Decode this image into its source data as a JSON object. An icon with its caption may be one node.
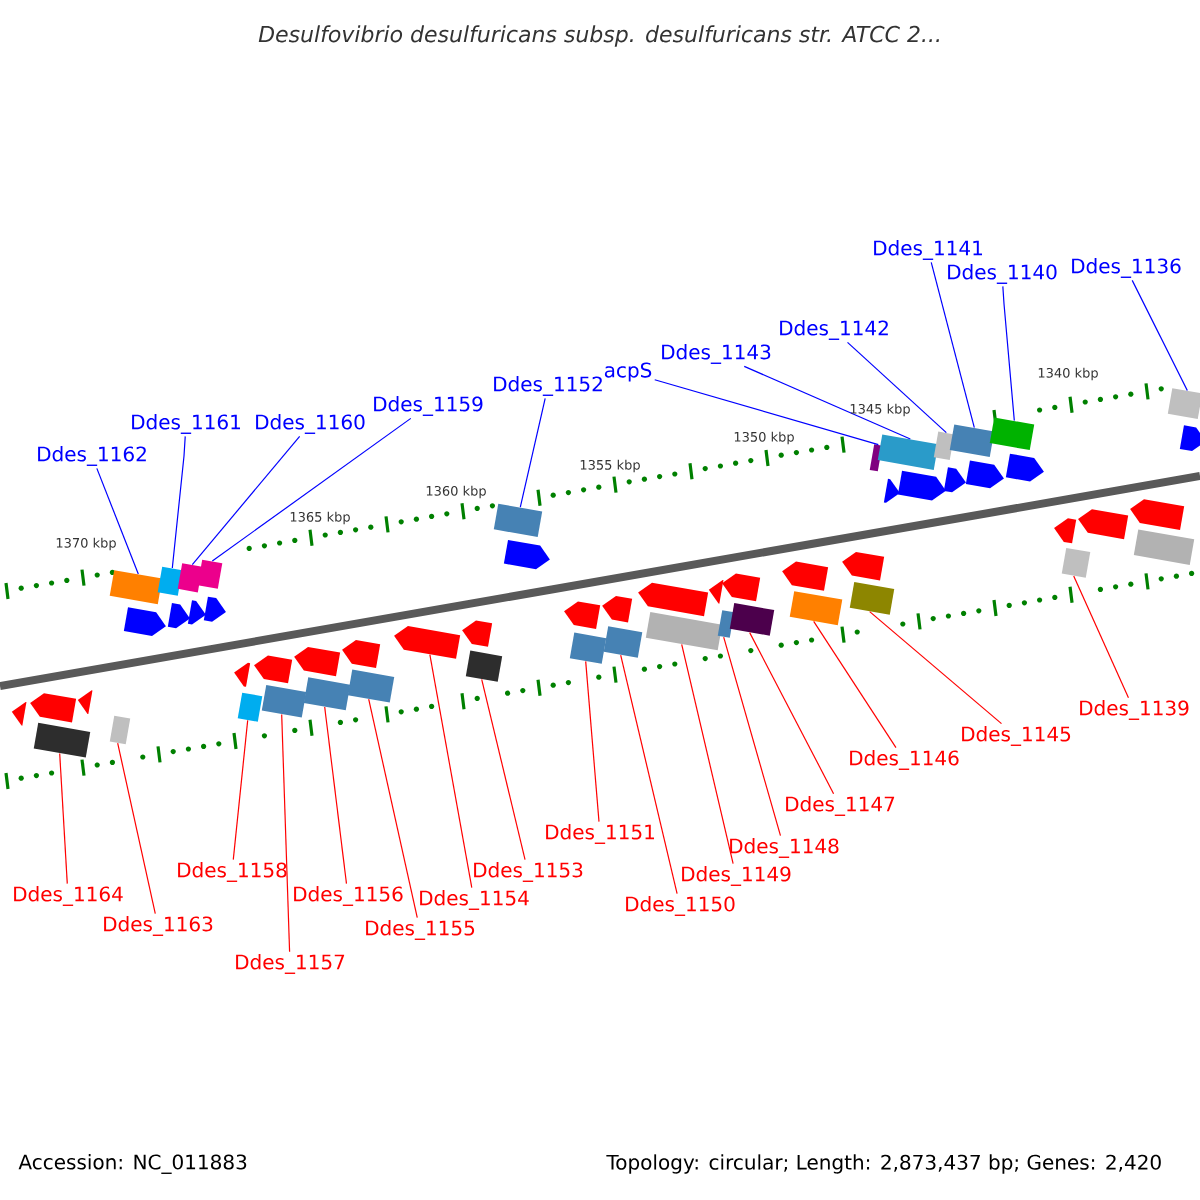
{
  "diagram": {
    "title": "Desulfovibrio desulfuricans subsp. desulfuricans str. ATCC 2...",
    "nodes": [
      {
        "text": [
          "Ddes_1162"
        ]
      },
      {
        "text": [
          "Ddes_1161"
        ]
      },
      {
        "text": [
          "Ddes_1160"
        ]
      },
      {
        "text": [
          "Ddes_1159"
        ]
      },
      {
        "text": [
          "Ddes_1152"
        ]
      },
      {
        "text": [
          "acpS"
        ]
      },
      {
        "text": [
          "Ddes_1143"
        ]
      },
      {
        "text": [
          "Ddes_1142"
        ]
      },
      {
        "text": [
          "Ddes_1141"
        ]
      },
      {
        "text": [
          "Ddes_1140"
        ]
      },
      {
        "text": [
          "Ddes_1136"
        ]
      },
      {
        "text": [
          "Ddes_1164"
        ]
      },
      {
        "text": [
          "Ddes_1163"
        ]
      },
      {
        "text": [
          "Ddes_1158"
        ]
      },
      {
        "text": [
          "Ddes_1157"
        ]
      },
      {
        "text": [
          "Ddes_1156"
        ]
      },
      {
        "text": [
          "Ddes_1155"
        ]
      },
      {
        "text": [
          "Ddes_1154"
        ]
      },
      {
        "text": [
          "Ddes_1153"
        ]
      },
      {
        "text": [
          "Ddes_1151"
        ]
      },
      {
        "text": [
          "Ddes_1150"
        ]
      },
      {
        "text": [
          "Ddes_1149"
        ]
      },
      {
        "text": [
          "Ddes_1148"
        ]
      },
      {
        "text": [
          "Ddes_1147"
        ]
      },
      {
        "text": [
          "Ddes_1146"
        ]
      },
      {
        "text": [
          "Ddes_1145"
        ]
      },
      {
        "text": [
          "Ddes_1139"
        ]
      },
      {
        "text": [],
        "shape": "box"
      },
      {
        "text": [],
        "shape": "box"
      },
      {
        "text": [],
        "shape": "box"
      },
      {
        "text": [],
        "shape": "box"
      },
      {
        "text": [],
        "shape": "box"
      },
      {
        "text": [],
        "shape": "box"
      },
      {
        "text": [],
        "shape": "box"
      },
      {
        "text": [],
        "shape": "box"
      },
      {
        "text": [],
        "shape": "box"
      },
      {
        "text": [],
        "shape": "box"
      },
      {
        "text": [],
        "shape": "box"
      },
      {
        "text": [],
        "shape": "box"
      },
      {
        "text": [],
        "shape": "box"
      },
      {
        "text": [],
        "shape": "box"
      },
      {
        "text": [],
        "shape": "box"
      },
      {
        "text": [],
        "shape": "box"
      },
      {
        "text": [],
        "shape": "box"
      },
      {
        "text": [],
        "shape": "arrow"
      },
      {
        "text": [],
        "shape": "box"
      },
      {
        "text": [],
        "shape": "box"
      },
      {
        "text": [],
        "shape": "box"
      },
      {
        "text": [],
        "shape": "box"
      },
      {
        "text": [],
        "shape": "box"
      },
      {
        "text": [],
        "shape": "box"
      },
      {
        "text": [],
        "shape": "box"
      },
      {
        "text": [],
        "shape": "box"
      },
      {
        "text": [],
        "shape": "box"
      },
      {
        "text": [],
        "shape": "arrow"
      },
      {
        "text": [],
        "shape": "arrow"
      },
      {
        "text": [],
        "shape": "arrow"
      },
      {
        "text": [],
        "shape": "arrow"
      },
      {
        "text": [],
        "shape": "arrow"
      },
      {
        "text": [],
        "shape": "arrow"
      },
      {
        "text": [],
        "shape": "arrow"
      },
      {
        "text": [],
        "shape": "arrow"
      },
      {
        "text": [],
        "shape": "arrow"
      },
      {
        "text": [],
        "shape": "arrow"
      },
      {
        "text": [],
        "shape": "arrow"
      },
      {
        "text": [],
        "shape": "arrow"
      },
      {
        "text": [],
        "shape": "arrow"
      },
      {
        "text": [],
        "shape": "arrow"
      },
      {
        "text": [],
        "shape": "arrow"
      },
      {
        "text": [],
        "shape": "arrow"
      },
      {
        "text": [],
        "shape": "arrow"
      },
      {
        "text": [],
        "shape": "arrow"
      },
      {
        "text": [],
        "shape": "arrow"
      },
      {
        "text": [],
        "shape": "arrow"
      },
      {
        "text": [],
        "shape": "arrow"
      },
      {
        "text": [],
        "shape": "arrow"
      },
      {
        "text": [],
        "shape": "arrow"
      },
      {
        "text": [],
        "shape": "arrow"
      },
      {
        "text": [],
        "shape": "arrow"
      },
      {
        "text": [],
        "shape": "arrow"
      },
      {
        "text": [],
        "shape": "arrow"
      },
      {
        "text": [],
        "shape": "arrow"
      },
      {
        "text": [],
        "shape": "arrow"
      },
      {
        "text": [],
        "shape": "box"
      }
    ],
    "edges": [
      {
        "from": 0,
        "to": 27,
        "arrow": "none",
        "color": "#0000ff"
      },
      {
        "from": 1,
        "to": 28,
        "arrow": "none",
        "color": "#0000ff"
      },
      {
        "from": 2,
        "to": 29,
        "arrow": "none",
        "color": "#0000ff"
      },
      {
        "from": 3,
        "to": 30,
        "arrow": "none",
        "color": "#0000ff"
      },
      {
        "from": 4,
        "to": 31,
        "arrow": "none",
        "color": "#0000ff"
      },
      {
        "from": 5,
        "to": 32,
        "arrow": "none",
        "color": "#0000ff"
      },
      {
        "from": 6,
        "to": 33,
        "arrow": "none",
        "color": "#0000ff"
      },
      {
        "from": 7,
        "to": 34,
        "arrow": "none",
        "color": "#0000ff"
      },
      {
        "from": 8,
        "to": 35,
        "arrow": "none",
        "color": "#0000ff"
      },
      {
        "from": 9,
        "to": 36,
        "arrow": "none",
        "color": "#0000ff"
      },
      {
        "from": 10,
        "to": 37,
        "arrow": "none",
        "color": "#0000ff"
      },
      {
        "from": 11,
        "to": 38,
        "arrow": "none"
      },
      {
        "from": 12,
        "to": 39,
        "arrow": "none"
      },
      {
        "from": 13,
        "to": 40,
        "arrow": "none"
      },
      {
        "from": 14,
        "to": 41,
        "arrow": "none"
      },
      {
        "from": 15,
        "to": 42,
        "arrow": "none"
      },
      {
        "from": 16,
        "to": 43,
        "arrow": "none"
      },
      {
        "from": 17,
        "to": 44,
        "arrow": "none"
      },
      {
        "from": 18,
        "to": 45,
        "arrow": "none"
      },
      {
        "from": 19,
        "to": 46,
        "arrow": "none"
      },
      {
        "from": 20,
        "to": 47,
        "arrow": "none"
      },
      {
        "from": 21,
        "to": 48,
        "arrow": "none"
      },
      {
        "from": 22,
        "to": 49,
        "arrow": "none"
      },
      {
        "from": 23,
        "to": 50,
        "arrow": "none"
      },
      {
        "from": 24,
        "to": 51,
        "arrow": "none"
      },
      {
        "from": 25,
        "to": 52,
        "arrow": "none"
      },
      {
        "from": 26,
        "to": 53,
        "arrow": "none"
      }
    ],
    "labels": [
      "1370 kbp",
      "1365 kbp",
      "1360 kbp",
      "1355 kbp",
      "1350 kbp",
      "1345 kbp",
      "1340 kbp",
      "Accession: NC_011883",
      "Topology: circular; Length: 2,873,437 bp; Genes: 2,420"
    ]
  }
}
